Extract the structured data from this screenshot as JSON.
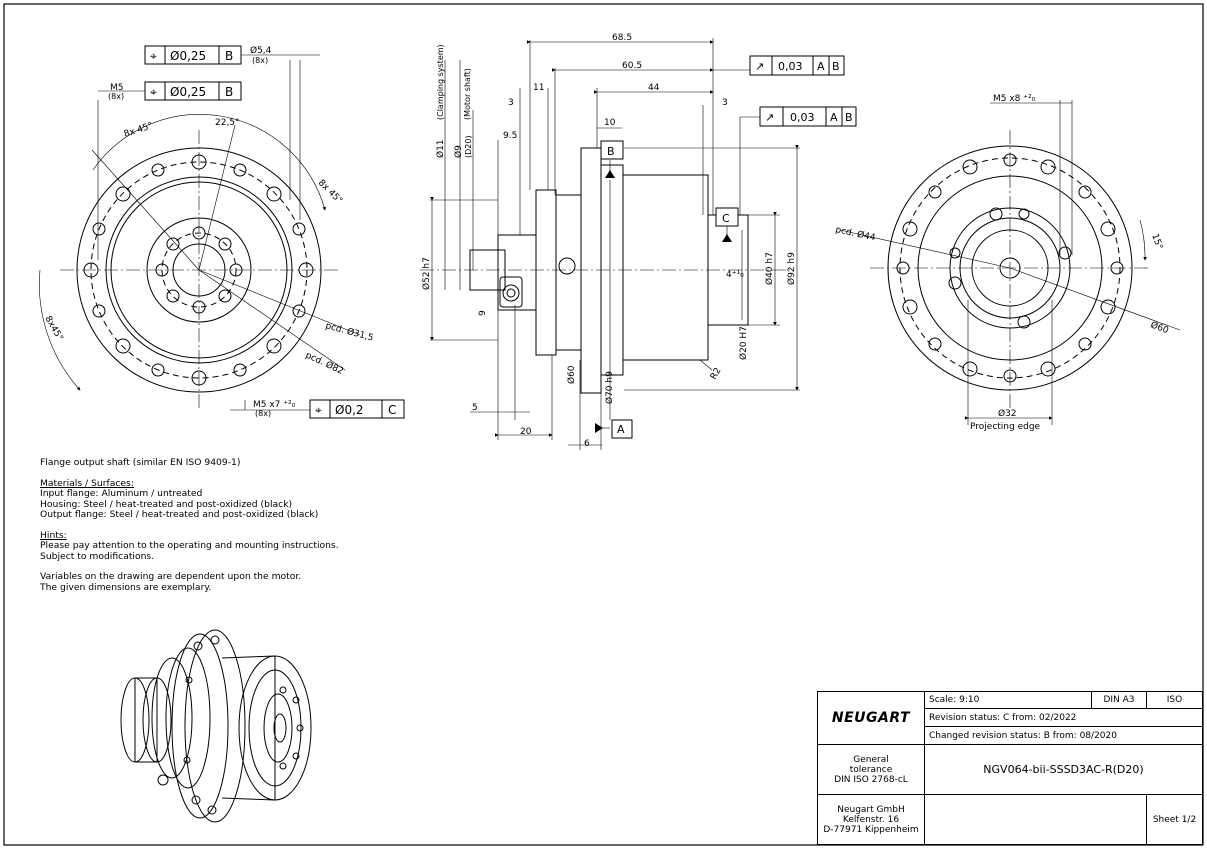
{
  "drawing": {
    "left_view": {
      "fcf_top1": {
        "symbol": "⌖",
        "tol": "Ø0,25",
        "datum": "B"
      },
      "fcf_top2": {
        "symbol": "⌖",
        "tol": "Ø0,25",
        "datum": "B"
      },
      "fcf_bottom": {
        "symbol": "⌖",
        "tol": "Ø0,2",
        "datum": "C"
      },
      "dim_hole_dia": "Ø5,4",
      "dim_hole_count": "(8x)",
      "dim_m5": "M5",
      "dim_m5_count": "(8x)",
      "angle_1": "8x 45°",
      "angle_2": "22,5°",
      "angle_3": "8x 45°",
      "angle_4": "8x45°",
      "pcd_1": "pcd. Ø31,5",
      "pcd_2": "pcd. Ø82",
      "dim_m5_depth": "M5 x7 ⁺²₀",
      "dim_m5_depth_count": "(8x)"
    },
    "center_view": {
      "dim_68_5": "68.5",
      "dim_60_5": "60.5",
      "dim_44": "44",
      "dim_11": "11",
      "dim_3a": "3",
      "dim_3b": "3",
      "dim_10": "10",
      "dim_9_5": "9.5",
      "lbl_clamping": "(Clamping system)",
      "lbl_motor_shaft": "(Motor shaft)",
      "dim_d11": "Ø11",
      "dim_d9": "Ø9",
      "dim_d20": "(D20)",
      "dim_d52": "Ø52 h7",
      "dim_9": "9",
      "dim_5": "5",
      "dim_20": "20",
      "dim_6": "6",
      "dim_d60": "Ø60",
      "dim_d70": "Ø70 h9",
      "dim_d20h7": "Ø20  H7",
      "dim_d40": "Ø40 h7",
      "dim_d92": "Ø92 h9",
      "dim_4": "4⁺¹₀",
      "dim_r2": "R2",
      "datum_a": "A",
      "datum_b": "B",
      "datum_c": "C",
      "fcf_1": {
        "symbol": "↗",
        "tol": "0,03",
        "d1": "A",
        "d2": "B"
      },
      "fcf_2": {
        "symbol": "↗",
        "tol": "0,03",
        "d1": "A",
        "d2": "B"
      }
    },
    "right_view": {
      "dim_m5x8": "M5 x8 ⁺²₀",
      "angle_15": "15°",
      "pcd_44": "pcd. Ø44",
      "dim_d60": "Ø60",
      "dim_d32": "Ø32",
      "lbl_projecting": "Projecting edge"
    }
  },
  "notes": {
    "line1": "Flange output shaft (similar EN ISO 9409-1)",
    "materials_heading": "Materials / Surfaces:",
    "mat1": "Input flange: Aluminum / untreated",
    "mat2": "Housing: Steel / heat-treated and post-oxidized (black)",
    "mat3": "Output flange: Steel / heat-treated and post-oxidized (black)",
    "hints_heading": "Hints:",
    "hint1": "Please pay attention to the operating and mounting instructions.",
    "hint2": "Subject to modifications.",
    "var1": "Variables on the drawing are dependent upon the motor.",
    "var2": "The given dimensions are exemplary."
  },
  "title_block": {
    "logo": "NEUGART",
    "scale": "Scale: 9:10",
    "format": "DIN A3",
    "iso": "ISO",
    "revision": "Revision status: C   from: 02/2022",
    "changed": "Changed revision status: B   from: 08/2020",
    "tolerance1": "General",
    "tolerance2": "tolerance",
    "tolerance3": "DIN ISO 2768-cL",
    "part_number": "NGV064-bii-SSSD3AC-R(D20)",
    "company1": "Neugart GmbH",
    "company2": "Kelfenstr. 16",
    "company3": "D-77971 Kippenheim",
    "sheet": "Sheet 1/2"
  }
}
